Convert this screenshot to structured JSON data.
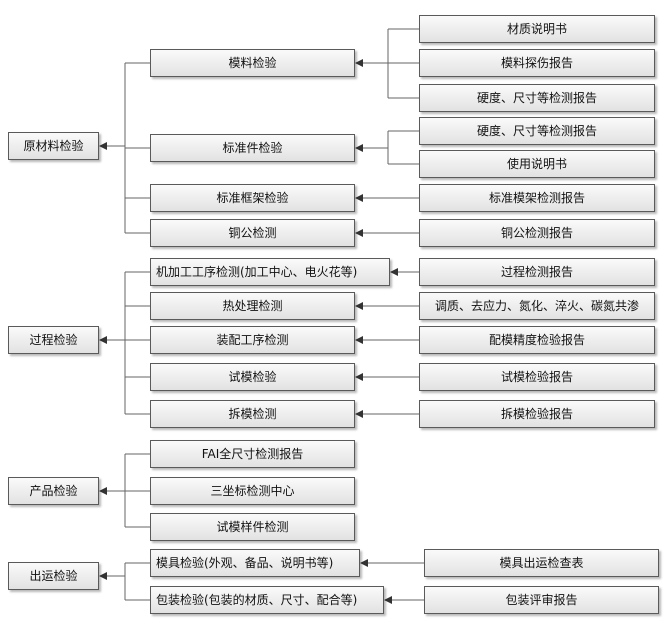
{
  "groups": [
    {
      "label": "原材料检验",
      "items": [
        {
          "label": "模料检验",
          "sources": [
            "材质说明书",
            "模料探伤报告",
            "硬度、尺寸等检测报告"
          ]
        },
        {
          "label": "标准件检验",
          "sources": [
            "硬度、尺寸等检测报告",
            "使用说明书"
          ]
        },
        {
          "label": "标准框架检验",
          "sources": [
            "标准模架检测报告"
          ]
        },
        {
          "label": "铜公检测",
          "sources": [
            "铜公检测报告"
          ]
        }
      ]
    },
    {
      "label": "过程检验",
      "items": [
        {
          "label": "机加工工序检测(加工中心、电火花等)",
          "sources": [
            "过程检测报告"
          ]
        },
        {
          "label": "热处理检测",
          "sources": [
            "调质、去应力、氮化、淬火、碳氮共渗"
          ]
        },
        {
          "label": "装配工序检测",
          "sources": [
            "配模精度检验报告"
          ]
        },
        {
          "label": "试模检验",
          "sources": [
            "试模检验报告"
          ]
        },
        {
          "label": "拆模检测",
          "sources": [
            "拆模检验报告"
          ]
        }
      ]
    },
    {
      "label": "产品检验",
      "items": [
        {
          "label": "FAI全尺寸检测报告",
          "sources": []
        },
        {
          "label": "三坐标检测中心",
          "sources": []
        },
        {
          "label": "试模样件检测",
          "sources": []
        }
      ]
    },
    {
      "label": "出运检验",
      "items": [
        {
          "label": "模具检验(外观、备品、说明书等)",
          "sources": [
            "模具出运检查表"
          ]
        },
        {
          "label": "包装检验(包装的材质、尺寸、配合等)",
          "sources": [
            "包装评审报告"
          ]
        }
      ]
    }
  ]
}
